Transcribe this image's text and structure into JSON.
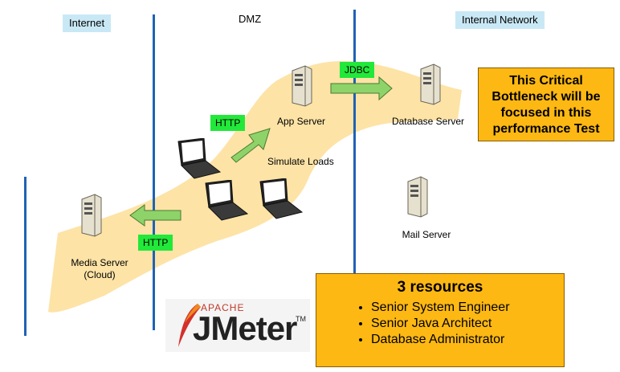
{
  "zones": {
    "internet": "Internet",
    "dmz": "DMZ",
    "internal": "Internal Network"
  },
  "protocols": {
    "http_top": "HTTP",
    "jdbc": "JDBC",
    "http_bottom": "HTTP"
  },
  "servers": {
    "app": "App Server",
    "database": "Database Server",
    "mail": "Mail Server",
    "media_line1": "Media Server",
    "media_line2": "(Cloud)"
  },
  "simulate_label": "Simulate Loads",
  "bottleneck_callout": {
    "line1": "This Critical",
    "line2": "Bottleneck will be",
    "line3": "focused in this",
    "line4": "performance Test"
  },
  "resources": {
    "title": "3 resources",
    "items": [
      "Senior System Engineer",
      "Senior Java Architect",
      "Database Administrator"
    ]
  },
  "logo": {
    "apache": "APACHE",
    "name": "JMeter",
    "tm": "TM"
  },
  "colors": {
    "zone_line": "#1f62b4",
    "highlight": "#fde3a6",
    "protocol_tag": "#22e83a",
    "arrow": "#8ed36a",
    "callout": "#fdb813"
  }
}
